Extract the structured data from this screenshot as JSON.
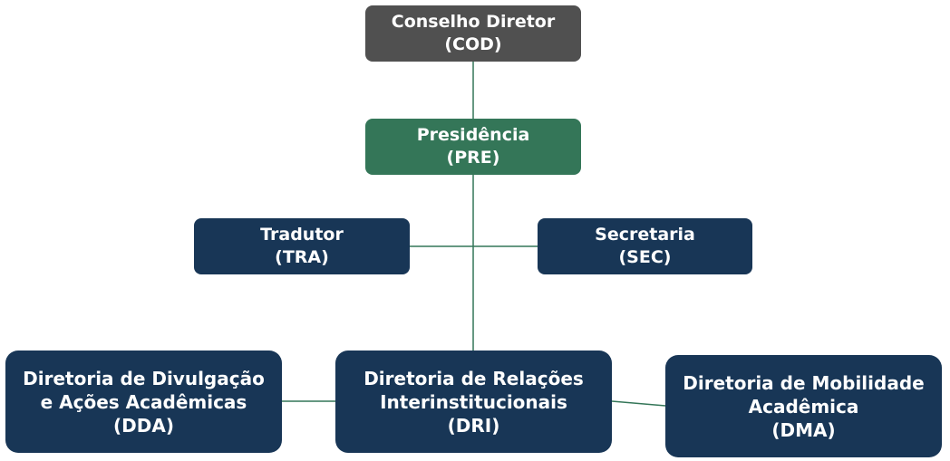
{
  "colors": {
    "council": "#505050",
    "presidency": "#347658",
    "unit": "#183656",
    "connector": "#347658"
  },
  "nodes": {
    "cod": {
      "name": "Conselho Diretor",
      "abbr": "(COD)"
    },
    "pre": {
      "name": "Presidência",
      "abbr": "(PRE)"
    },
    "tra": {
      "name": "Tradutor",
      "abbr": "(TRA)"
    },
    "sec": {
      "name": "Secretaria",
      "abbr": "(SEC)"
    },
    "dda": {
      "name_line1": "Diretoria de Divulgação",
      "name_line2": "e Ações Acadêmicas",
      "abbr": "(DDA)"
    },
    "dri": {
      "name_line1": "Diretoria de Relações",
      "name_line2": "Interinstitucionais",
      "abbr": "(DRI)"
    },
    "dma": {
      "name_line1": "Diretoria de Mobilidade",
      "name_line2": "Acadêmica",
      "abbr": "(DMA)"
    }
  }
}
